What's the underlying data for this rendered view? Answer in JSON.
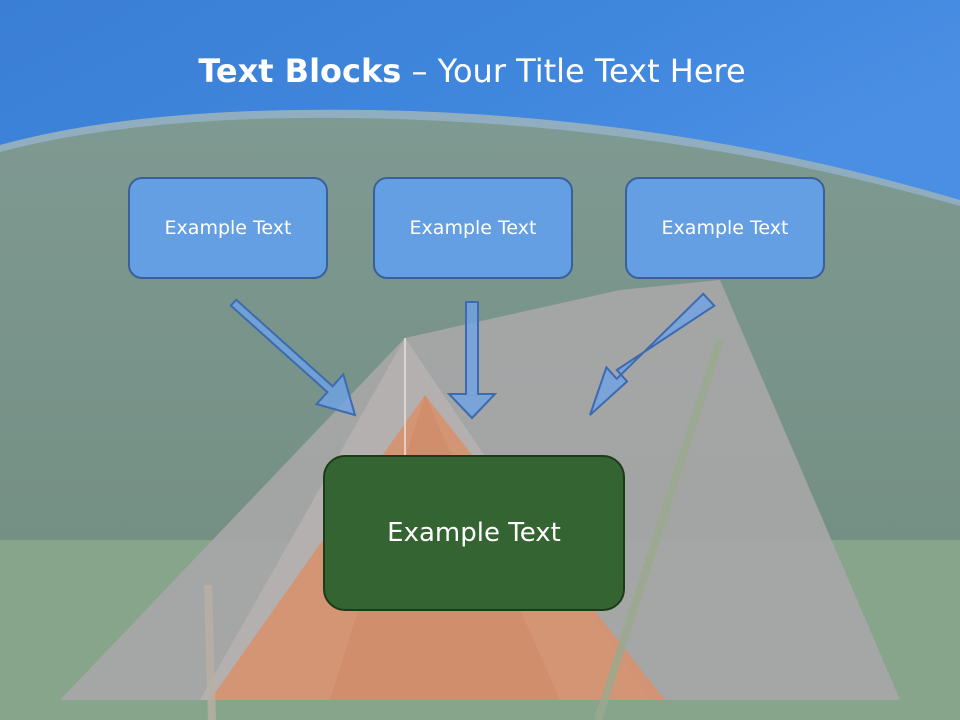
{
  "slide": {
    "title_bold": "Text Blocks",
    "title_sep": " – ",
    "title_rest": "Your Title Text Here"
  },
  "blocks": {
    "left": "Example Text",
    "center": "Example Text",
    "right": "Example Text",
    "result": "Example Text"
  },
  "colors": {
    "header_blue": "#3f82d6",
    "box_blue": "#62a0ea",
    "box_border": "#3b5f9a",
    "result_green": "#346431",
    "arrow_fill": "#6ea3e6"
  }
}
